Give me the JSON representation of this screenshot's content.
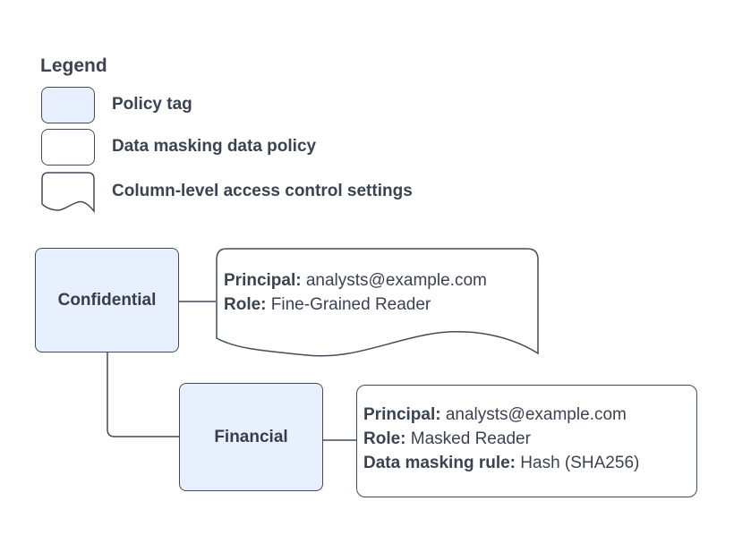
{
  "colors": {
    "policy_tag_fill": "#e8f0fe",
    "shape_border": "#434c5a",
    "text": "#3b4351",
    "background": "#ffffff"
  },
  "legend": {
    "title": "Legend",
    "items": [
      {
        "label": "Policy tag"
      },
      {
        "label": "Data masking data policy"
      },
      {
        "label": "Column-level access control settings"
      }
    ]
  },
  "diagram": {
    "nodes": {
      "confidential": {
        "label": "Confidential"
      },
      "financial": {
        "label": "Financial"
      },
      "confidential_settings": {
        "lines": [
          {
            "label": "Principal:",
            "value": "analysts@example.com"
          },
          {
            "label": "Role:",
            "value": "Fine-Grained Reader"
          }
        ]
      },
      "financial_policy": {
        "lines": [
          {
            "label": "Principal:",
            "value": "analysts@example.com"
          },
          {
            "label": "Role:",
            "value": "Masked Reader"
          },
          {
            "label": "Data masking rule:",
            "value": "Hash (SHA256)"
          }
        ]
      }
    }
  }
}
